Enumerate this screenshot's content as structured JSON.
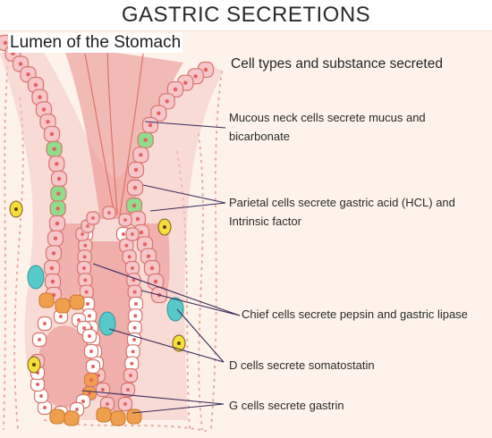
{
  "title": "GASTRIC SECRETIONS",
  "subtitle": "Lumen of the Stomach",
  "heading": "Cell types and substance secreted",
  "labels": {
    "mucous": "Mucous neck cells secrete mucus and bicarbonate",
    "parietal": "Parietal cells secrete gastric acid (HCL) and Intrinsic factor",
    "chief": "Chief cells secrete pepsin and gastric lipase",
    "d_cells": "D cells secrete somatostatin",
    "g_cells": "G cells secrete gastrin"
  },
  "colors": {
    "background": "#fdf3ea",
    "tissue": "#f4c7c2",
    "lumen": "#ea8a89",
    "epithelial_cell": "#f6c6c8",
    "nucleus": "#e7615f",
    "mucous_neck_cell": "#8fdc8c",
    "chief_cell": "#ffffff",
    "g_cell": "#f0a04d",
    "d_cell": "#58c9c9",
    "capillary_dot": "#f5dd3a",
    "leader_line": "#3a2a5a"
  }
}
